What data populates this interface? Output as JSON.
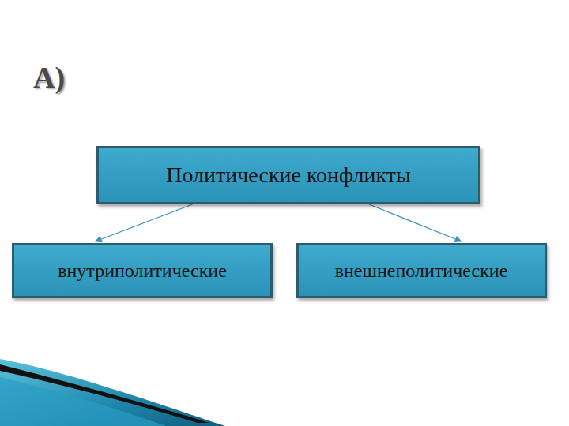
{
  "diagram": {
    "nodes": [
      {
        "text": [
          "Политические конфликты"
        ]
      },
      {
        "text": [
          "внутриполитические"
        ]
      },
      {
        "text": [
          "внешнеполитические"
        ]
      }
    ],
    "edges": [
      {
        "from": 0,
        "to": 1,
        "arrow": "to"
      },
      {
        "from": 0,
        "to": 2,
        "arrow": "to"
      }
    ],
    "labels": [
      "А)"
    ]
  }
}
